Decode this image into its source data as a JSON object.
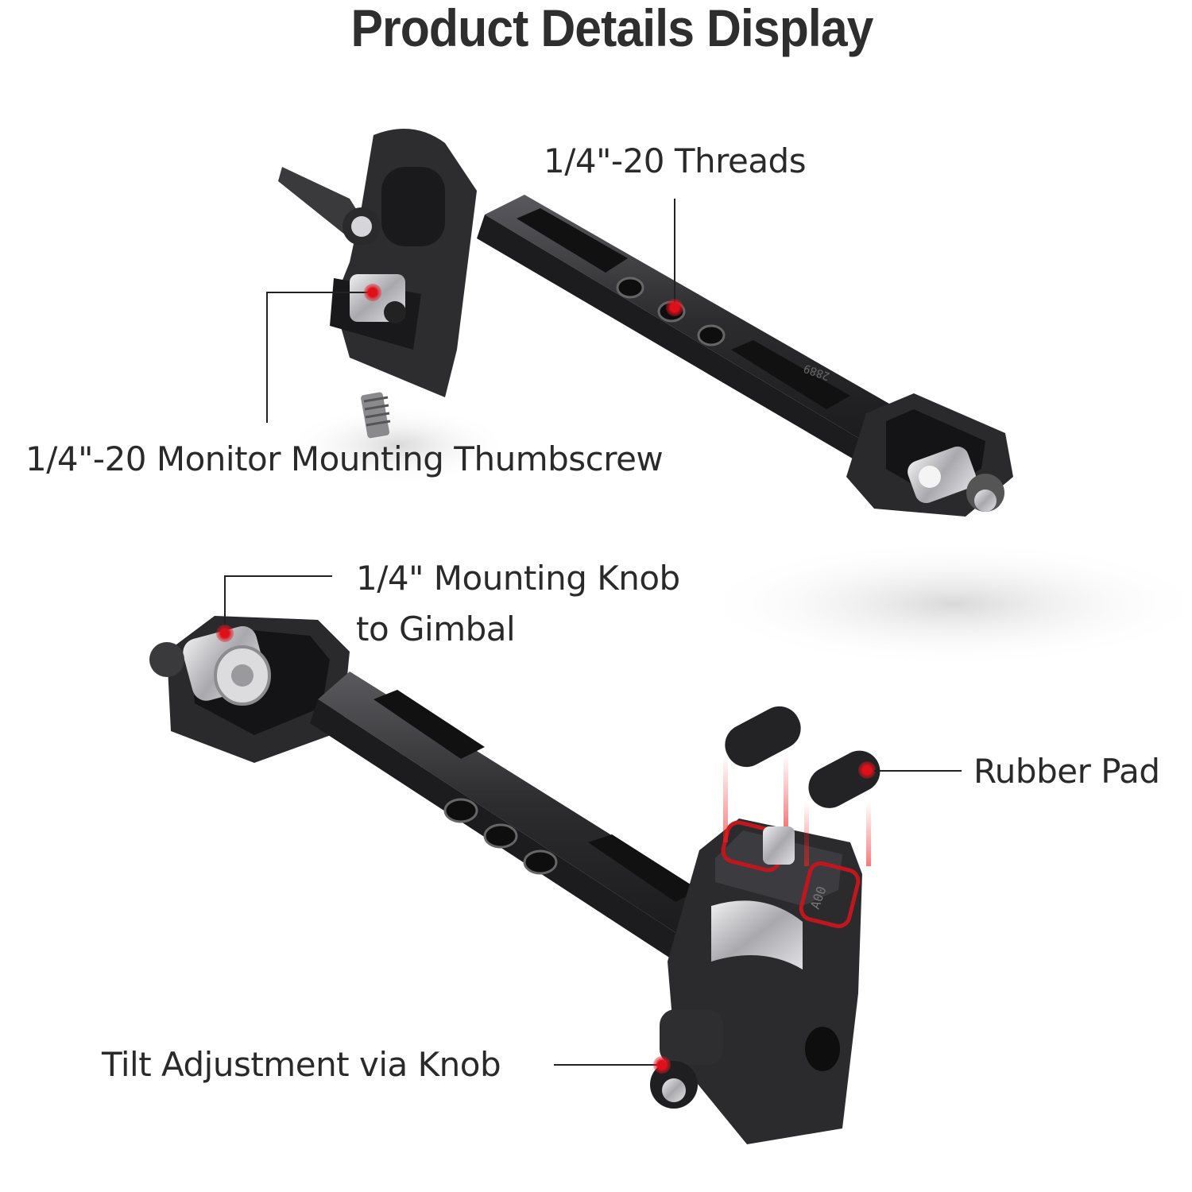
{
  "page": {
    "title": "Product Details Display"
  },
  "callouts": [
    {
      "id": "threads",
      "label": "1/4\"-20 Threads"
    },
    {
      "id": "thumbscrew",
      "label": "1/4\"-20 Monitor Mounting Thumbscrew"
    },
    {
      "id": "mounting-knob",
      "label_line1": "1/4\" Mounting Knob",
      "label_line2": "to Gimbal"
    },
    {
      "id": "rubber-pad",
      "label": "Rubber Pad"
    },
    {
      "id": "tilt-knob",
      "label": "Tilt Adjustment via Knob"
    }
  ],
  "product_markings": {
    "part_number": "2889",
    "revision": "A00"
  },
  "colors": {
    "title": "#2e2e2e",
    "label": "#2a2a2a",
    "highlight_red": "#e0101a",
    "metal_dark": "#2b2b2d",
    "metal_mid": "#4a4a4e",
    "steel": "#c8c8cc"
  }
}
